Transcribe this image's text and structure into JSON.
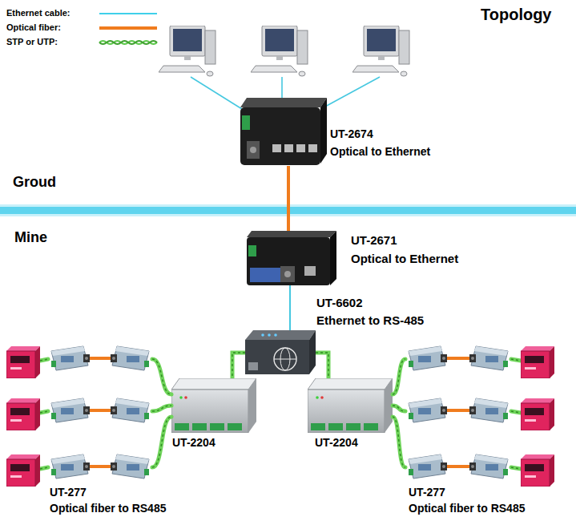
{
  "diagram": {
    "title": "Topology",
    "nodes": [
      {
        "text": [
          "UT-2674",
          "Optical to Ethernet"
        ]
      },
      {
        "text": [
          "UT-2671",
          "Optical to Ethernet"
        ]
      },
      {
        "text": [
          "UT-6602",
          "Ethernet to RS-485"
        ]
      },
      {
        "text": [
          "UT-2204"
        ]
      },
      {
        "text": [
          "UT-2204"
        ]
      }
    ],
    "edges": [
      {
        "from": 0,
        "to": 1,
        "arrow": "none"
      },
      {
        "from": 1,
        "to": 2,
        "arrow": "none"
      },
      {
        "from": 2,
        "to": 3,
        "arrow": "none"
      },
      {
        "from": 2,
        "to": 4,
        "arrow": "none"
      }
    ],
    "labels": [
      "Groud",
      "Mine",
      "UT-277",
      "Optical fiber to RS485",
      "UT-277",
      "Optical fiber to RS485"
    ],
    "legend": [
      {
        "text": "Ethernet cable:"
      },
      {
        "text": "Optical fiber:"
      },
      {
        "text": "STP or UTP:"
      }
    ]
  }
}
